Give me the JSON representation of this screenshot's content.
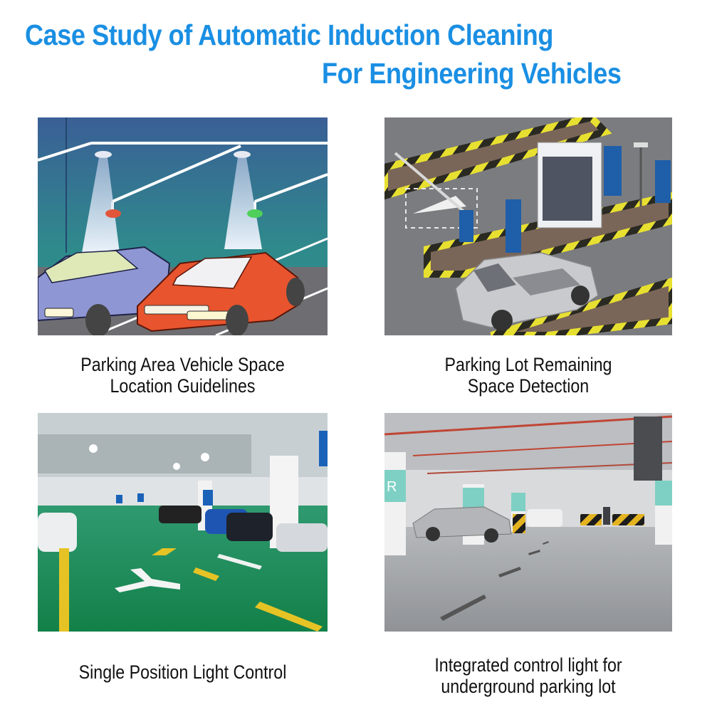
{
  "title": {
    "line1": "Case Study of Automatic Induction Cleaning",
    "line2": "For Engineering Vehicles",
    "color": "#1a8fe3"
  },
  "panels": [
    {
      "image": "illustration-parking-sensors-over-cars",
      "caption_lines": [
        "Parking Area Vehicle Space",
        "Location Guidelines"
      ]
    },
    {
      "image": "illustration-parking-lot-gate-booth",
      "caption_lines": [
        "Parking Lot Remaining",
        "Space Detection"
      ]
    },
    {
      "image": "photo-green-floor-underground-garage",
      "caption_lines": [
        "Single Position Light Control"
      ]
    },
    {
      "image": "photo-grey-floor-underground-garage",
      "caption_lines": [
        "Integrated control light for",
        "underground parking lot"
      ],
      "sign_text": "R"
    }
  ]
}
